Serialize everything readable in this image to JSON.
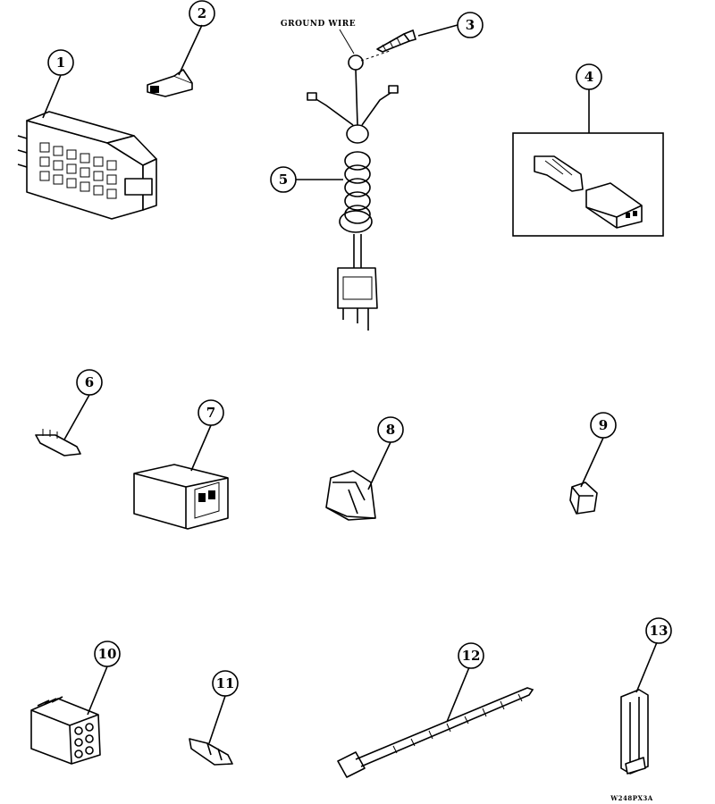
{
  "callouts": [
    {
      "id": "1",
      "label": "1"
    },
    {
      "id": "2",
      "label": "2"
    },
    {
      "id": "3",
      "label": "3"
    },
    {
      "id": "4",
      "label": "4"
    },
    {
      "id": "5",
      "label": "5"
    },
    {
      "id": "6",
      "label": "6"
    },
    {
      "id": "7",
      "label": "7"
    },
    {
      "id": "8",
      "label": "8"
    },
    {
      "id": "9",
      "label": "9"
    },
    {
      "id": "10",
      "label": "10"
    },
    {
      "id": "11",
      "label": "11"
    },
    {
      "id": "12",
      "label": "12"
    },
    {
      "id": "13",
      "label": "13"
    }
  ],
  "annotations": {
    "ground_wire": "GROUND WIRE",
    "drawing_code": "W248PX3A"
  }
}
